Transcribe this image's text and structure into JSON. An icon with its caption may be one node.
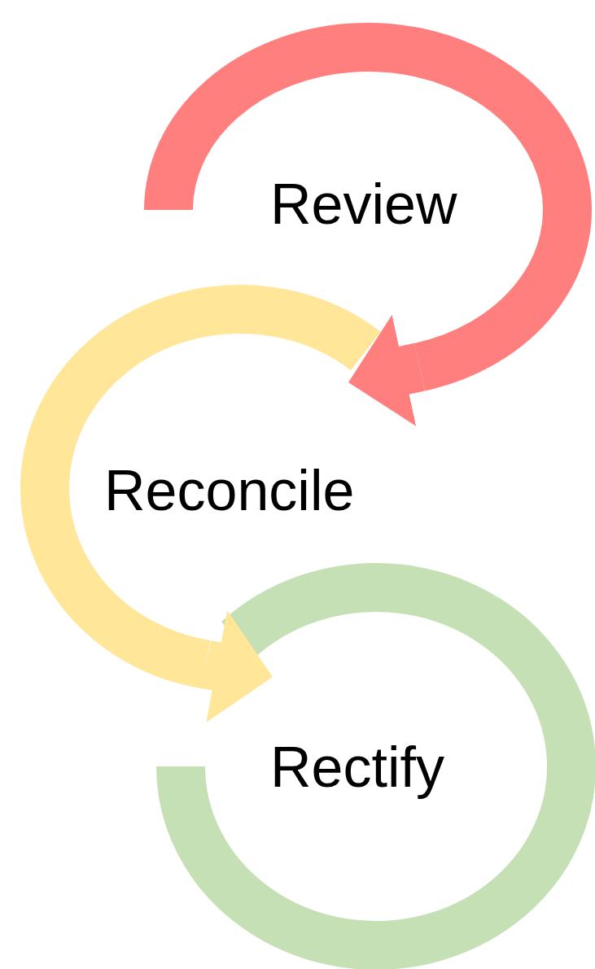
{
  "diagram": {
    "nodes": [
      {
        "text": [
          "Review"
        ]
      },
      {
        "text": [
          "Reconcile"
        ]
      },
      {
        "text": [
          "Rectify"
        ]
      }
    ],
    "edges": [
      {
        "from": 0,
        "to": 1,
        "arrow": "to",
        "color": "#ff7f7f"
      },
      {
        "from": 1,
        "to": 2,
        "arrow": "to",
        "color": "#ffe699"
      }
    ]
  }
}
